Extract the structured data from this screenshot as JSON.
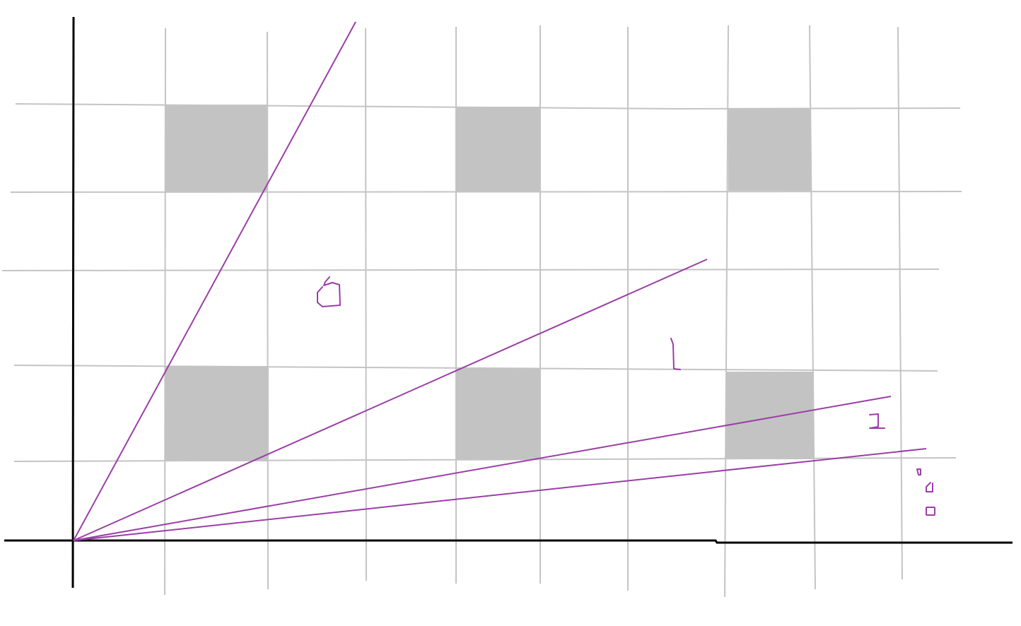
{
  "diagram": {
    "colors": {
      "background": "#ffffff",
      "grid": "#c4c4c4",
      "shaded_cell": "#c3c3c3",
      "axis": "#000000",
      "ray": "#9a3fa5"
    },
    "rays_from_origin": 4,
    "shaded_cells": 6,
    "handwritten_marks": 6
  }
}
